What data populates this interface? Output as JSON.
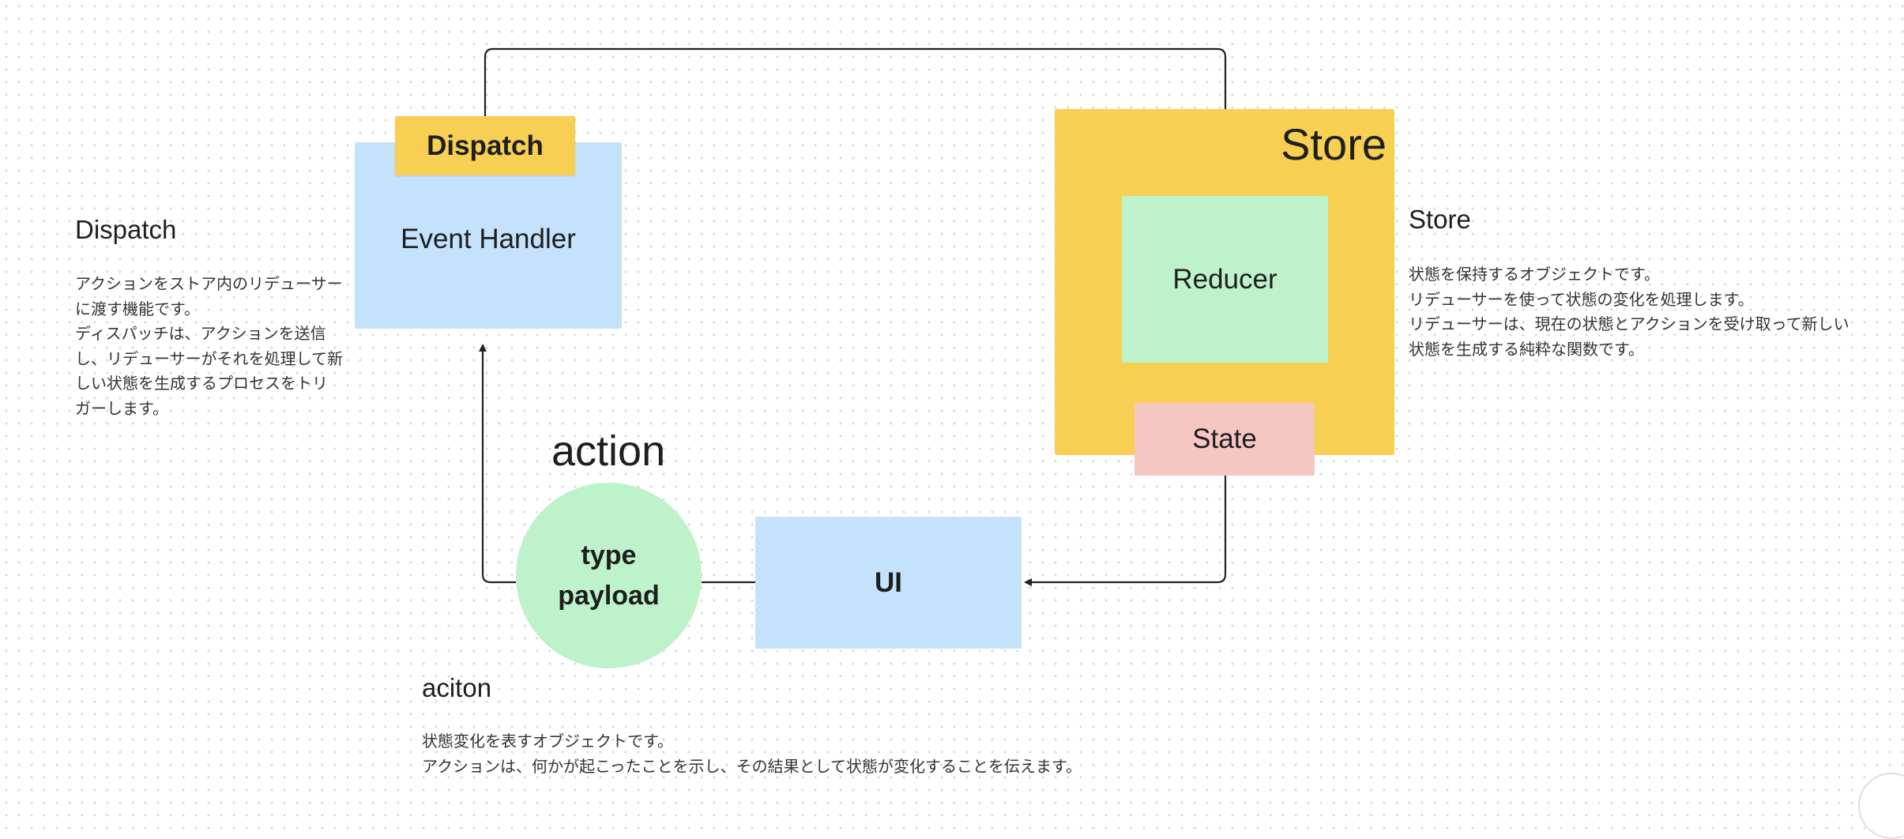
{
  "diagram": {
    "event_handler": {
      "label": "Event Handler"
    },
    "dispatch": {
      "label": "Dispatch"
    },
    "store": {
      "title": "Store"
    },
    "reducer": {
      "label": "Reducer"
    },
    "state": {
      "label": "State"
    },
    "ui": {
      "label": "UI"
    },
    "action": {
      "title": "action",
      "line1": "type",
      "line2": "payload"
    }
  },
  "notes": {
    "dispatch": {
      "title": "Dispatch",
      "lines": [
        "アクションをストア内のリデューサー",
        "に渡す機能です。",
        "ディスパッチは、アクションを送信",
        "し、リデューサーがそれを処理して新",
        "しい状態を生成するプロセスをトリ",
        "ガーします。"
      ]
    },
    "store": {
      "title": "Store",
      "lines": [
        "状態を保持するオブジェクトです。",
        "リデューサーを使って状態の変化を処理します。",
        "リデューサーは、現在の状態とアクションを受け取って新しい",
        "状態を生成する純粋な関数です。"
      ]
    },
    "action": {
      "title": "aciton",
      "lines": [
        "状態変化を表すオブジェクトです。",
        "アクションは、何かが起こったことを示し、その結果として状態が変化することを伝えます。"
      ]
    }
  },
  "colors": {
    "yellow": "#F7CF52",
    "light_blue": "#C4E2FB",
    "light_green": "#BEF2CB",
    "pink": "#F5C7C3",
    "connector": "#222222"
  }
}
